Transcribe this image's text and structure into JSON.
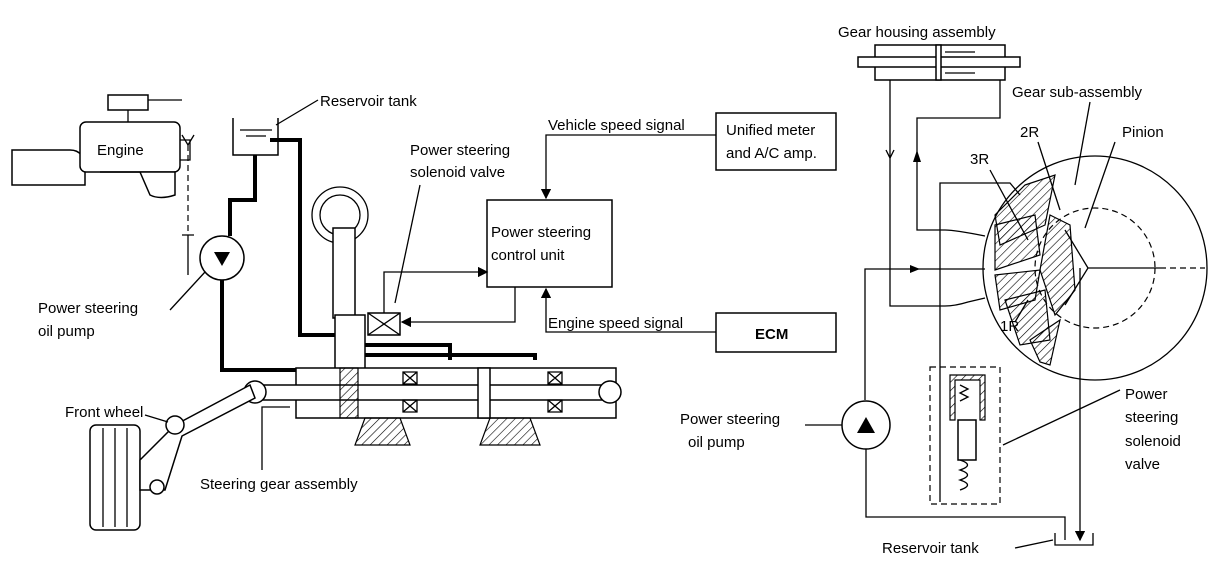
{
  "left": {
    "engine": "Engine",
    "reservoir_tank": "Reservoir tank",
    "vehicle_speed_signal": "Vehicle speed signal",
    "unified_meter": [
      "Unified meter",
      "and A/C amp."
    ],
    "solenoid_valve": [
      "Power steering",
      "solenoid valve"
    ],
    "control_unit": [
      "Power steering",
      "control unit"
    ],
    "oil_pump": [
      "Power steering",
      "oil pump"
    ],
    "engine_speed_signal": "Engine speed signal",
    "ecm": "ECM",
    "front_wheel": "Front wheel",
    "steering_gear": "Steering gear assembly"
  },
  "right": {
    "gear_housing": "Gear housing assembly",
    "gear_sub": "Gear sub-assembly",
    "r2": "2R",
    "pinion": "Pinion",
    "r3": "3R",
    "r1": "1R",
    "oil_pump": [
      "Power steering",
      "oil pump"
    ],
    "solenoid_valve": [
      "Power",
      "steering",
      "solenoid",
      "valve"
    ],
    "reservoir_tank": "Reservoir tank"
  }
}
